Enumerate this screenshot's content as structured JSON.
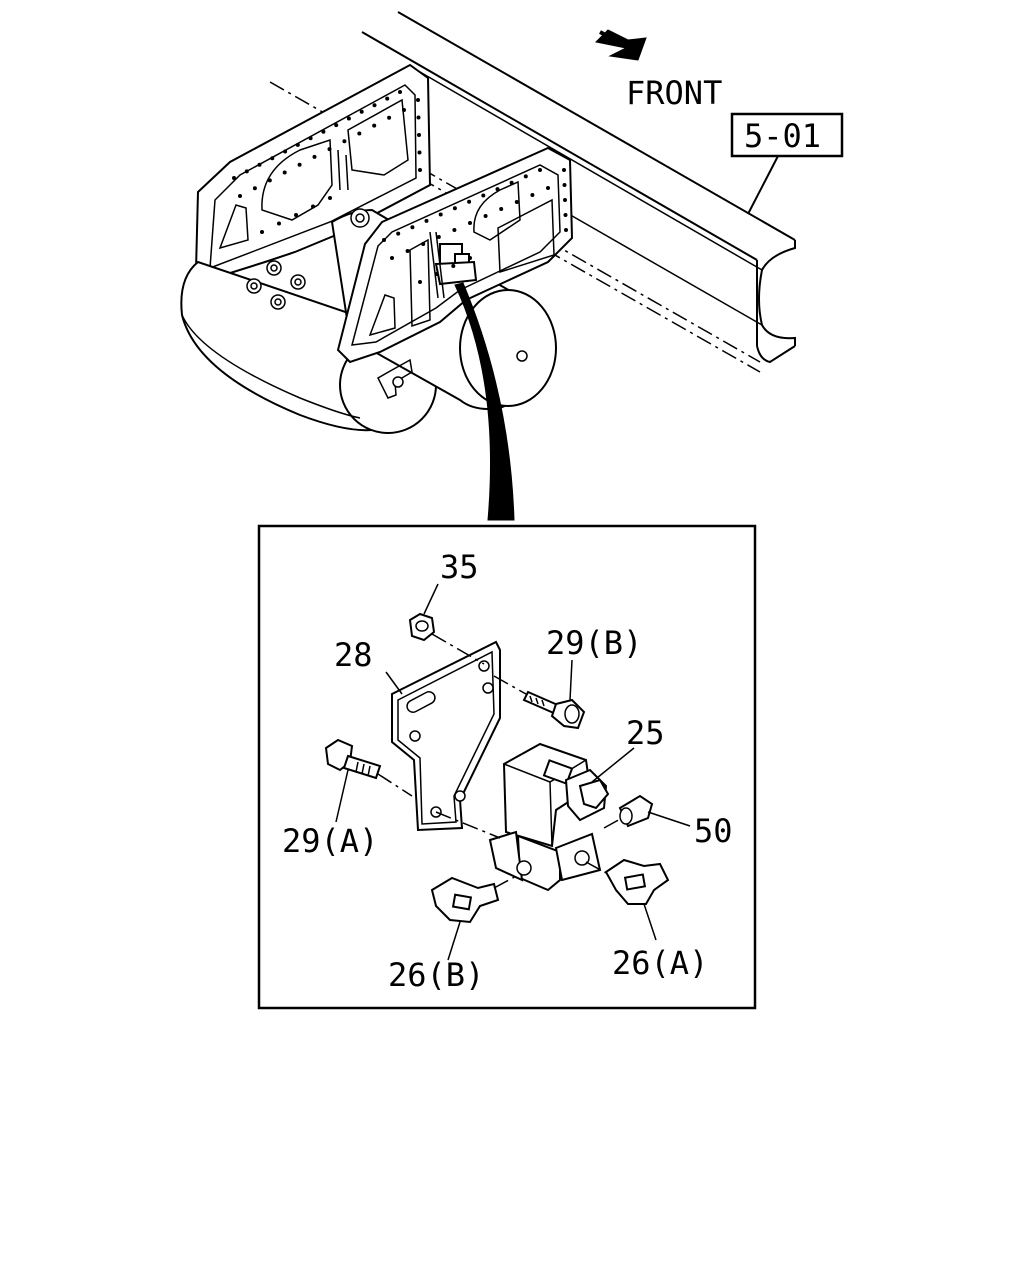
{
  "direction": {
    "label": "FRONT"
  },
  "reference": {
    "label": "5-01"
  },
  "callouts": {
    "p35": "35",
    "p28": "28",
    "p29b": "29(B)",
    "p25": "25",
    "p29a": "29(A)",
    "p50": "50",
    "p26b": "26(B)",
    "p26a": "26(A)"
  }
}
